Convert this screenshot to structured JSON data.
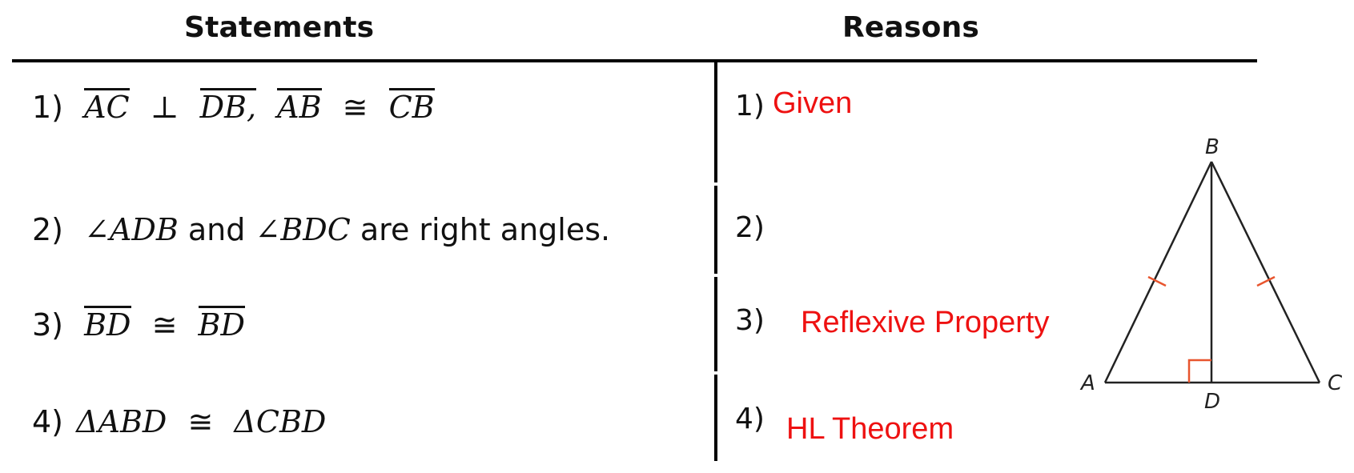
{
  "headers": {
    "statements": "Statements",
    "reasons": "Reasons"
  },
  "statements": [
    {
      "num": "1)",
      "a": "AC",
      "perp": "⊥",
      "b": "DB,",
      "c": "AB",
      "cong": "≅",
      "d": "CB"
    },
    {
      "num": "2)",
      "angle1": "∠ADB",
      "and": "and",
      "angle2": "∠BDC",
      "rest": "are right angles."
    },
    {
      "num": "3)",
      "a": "BD",
      "cong": "≅",
      "b": "BD"
    },
    {
      "num": "4)",
      "a": "ΔABD",
      "cong": "≅",
      "b": "ΔCBD"
    }
  ],
  "reasons": [
    {
      "num": "1)",
      "text": "Given"
    },
    {
      "num": "2)",
      "text": ""
    },
    {
      "num": "3)",
      "text": "Reflexive Property"
    },
    {
      "num": "4)",
      "text": "HL Theorem"
    }
  ],
  "diagram": {
    "labels": {
      "A": "A",
      "B": "B",
      "C": "C",
      "D": "D"
    }
  },
  "colors": {
    "reason_text": "#ee1111",
    "tick_marks": "#e8552e",
    "lines": "#222222"
  }
}
